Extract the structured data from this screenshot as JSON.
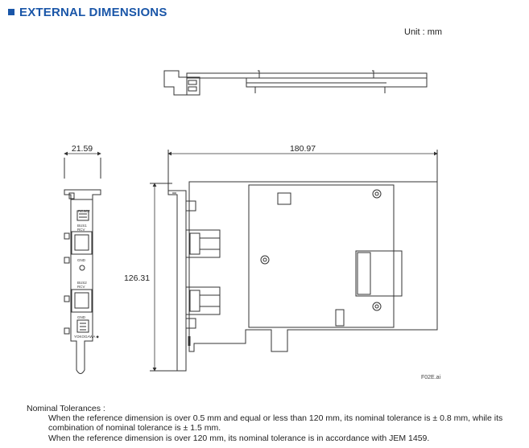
{
  "header": {
    "title": "EXTERNAL DIMENSIONS",
    "unit": "Unit : mm"
  },
  "colors": {
    "accent": "#1a56a8"
  },
  "dimensions": {
    "bracket_width": "21.59",
    "board_length": "180.97",
    "board_height": "126.31"
  },
  "panel_labels": {
    "reset_box": "RESET",
    "bus1": "BUS1",
    "bus1_sub": "RCV",
    "gnd1": "GND",
    "bus2": "BUS2",
    "bus2_sub": "RCV",
    "gnd2": "GND",
    "brand": "YOKOGAWA ◆"
  },
  "file_ref": "F02E.ai",
  "tolerances": {
    "heading": "Nominal Tolerances :",
    "lines": [
      "When the reference dimension is over 0.5 mm and equal or less than 120 mm, its nominal tolerance is ± 0.8 mm, while its",
      "combination of nominal tolerance is ± 1.5 mm.",
      "When the reference dimension is over 120 mm, its nominal tolerance is in accordance with JEM 1459."
    ]
  }
}
